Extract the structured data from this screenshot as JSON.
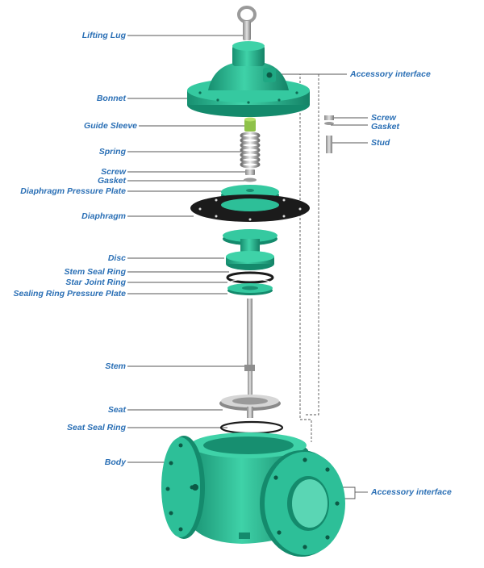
{
  "labels": {
    "lifting_lug": "Lifting Lug",
    "bonnet": "Bonnet",
    "guide_sleeve": "Guide Sleeve",
    "spring": "Spring",
    "screw_left": "Screw",
    "gasket_left": "Gasket",
    "diaphragm_pressure_plate": "Diaphragm Pressure Plate",
    "diaphragm": "Diaphragm",
    "disc": "Disc",
    "stem_seal_ring": "Stem Seal Ring",
    "star_joint_ring": "Star Joint Ring",
    "sealing_ring_pressure_plate": "Sealing Ring Pressure Plate",
    "stem": "Stem",
    "seat": "Seat",
    "seat_seal_ring": "Seat Seal Ring",
    "body": "Body",
    "accessory_interface_top": "Accessory interface",
    "screw_right": "Screw",
    "gasket_right": "Gasket",
    "stud": "Stud",
    "accessory_interface_bottom": "Accessory interface"
  },
  "colors": {
    "label_text": "#2a6fb5",
    "leader_line": "#555555",
    "valve_green": "#2dbf98",
    "valve_dark": "#148a6c",
    "diaphragm_black": "#1b1b1b",
    "steel": "#b9b9b9"
  }
}
